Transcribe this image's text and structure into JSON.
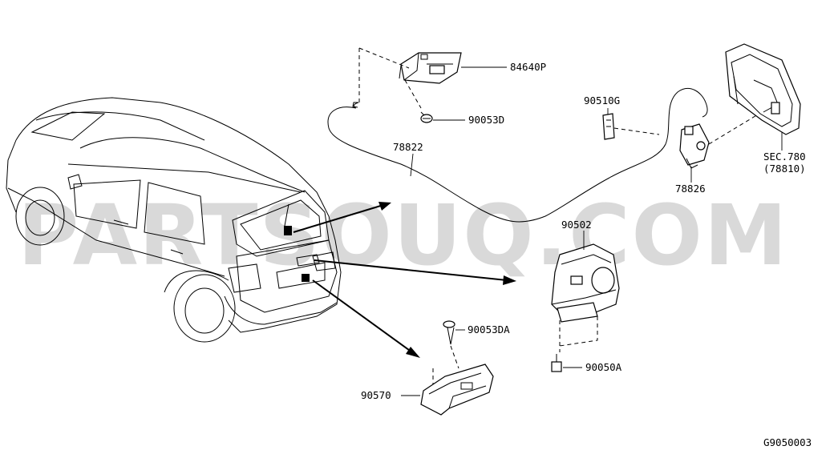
{
  "watermark": "PARTSOUQ.COM",
  "labels": {
    "p84640P": "84640P",
    "p90053D": "90053D",
    "p78822": "78822",
    "p90510G": "90510G",
    "p78826": "78826",
    "sec_line1": "SEC.780",
    "sec_line2": "(78810)",
    "p90502": "90502",
    "p90053DA": "90053DA",
    "p90050A": "90050A",
    "p90570": "90570",
    "diagram_code": "G9050003"
  },
  "icons": [
    "car-illustration",
    "latch-bracket-icon",
    "screw-icon",
    "cable-icon",
    "clip-icon",
    "cable-guide-icon",
    "fuel-lid-icon",
    "lock-actuator-icon",
    "bolt-icon",
    "lock-cover-icon"
  ]
}
